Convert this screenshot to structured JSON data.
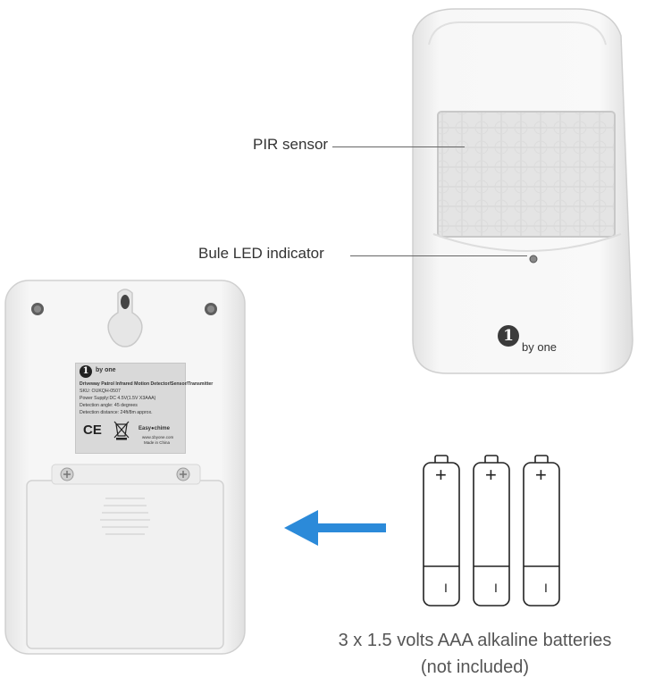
{
  "callouts": {
    "pir_sensor": "PIR sensor",
    "led_indicator": "Bule LED indicator"
  },
  "device_brand": {
    "badge": "1",
    "text": "by one"
  },
  "label_plate": {
    "badge": "1",
    "brand": "by one",
    "lines": [
      "Driveway Patrol Infrared Motion Detector/Sensor/Transmitter",
      "SKU: OUKQH-0507",
      "Power Supply:DC 4.5V(1.5V X3AAA)",
      "Detection angle: 45 degrees",
      "Detection distance: 24ft/8m approx."
    ],
    "ce_mark": "CE",
    "chime_brand": "Easy●chime",
    "website": "www.1byone.com",
    "origin": "Made in China"
  },
  "batteries": {
    "count": 3,
    "positive": "+",
    "negative": "I"
  },
  "caption": {
    "line1": "3 x 1.5 volts AAA alkaline batteries",
    "line2": "(not included)"
  },
  "colors": {
    "arrow": "#2b8ad9",
    "device_body": "#f3f3f3",
    "sensor_window": "#e6e6e6"
  }
}
